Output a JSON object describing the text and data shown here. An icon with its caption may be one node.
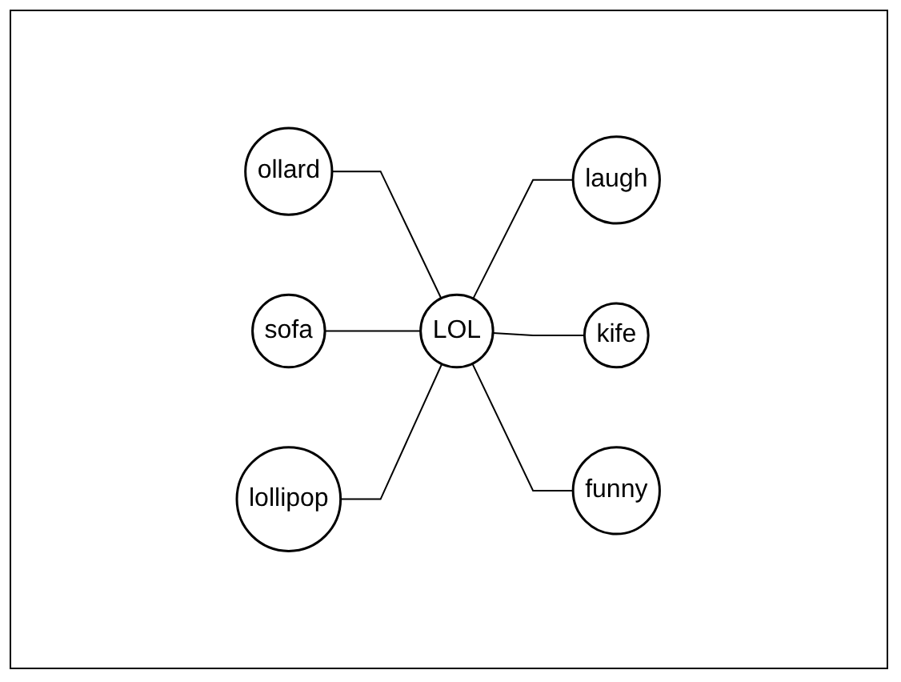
{
  "diagram": {
    "nodes": [
      {
        "text": [
          "kife"
        ]
      },
      {
        "text": [
          "ollard"
        ]
      },
      {
        "text": [
          "laugh"
        ]
      },
      {
        "text": [
          "sofa"
        ]
      },
      {
        "text": [
          "LOL"
        ]
      },
      {
        "text": [
          "funny"
        ]
      },
      {
        "text": [
          "lollipop"
        ]
      }
    ],
    "edges": [
      {
        "from": 1,
        "to": 4,
        "arrow": "none"
      },
      {
        "from": 3,
        "to": 4,
        "arrow": "none"
      },
      {
        "from": 6,
        "to": 4,
        "arrow": "none"
      },
      {
        "from": 4,
        "to": 2,
        "arrow": "none"
      },
      {
        "from": 4,
        "to": 0,
        "arrow": "none"
      },
      {
        "from": 4,
        "to": 5,
        "arrow": "none"
      }
    ]
  }
}
